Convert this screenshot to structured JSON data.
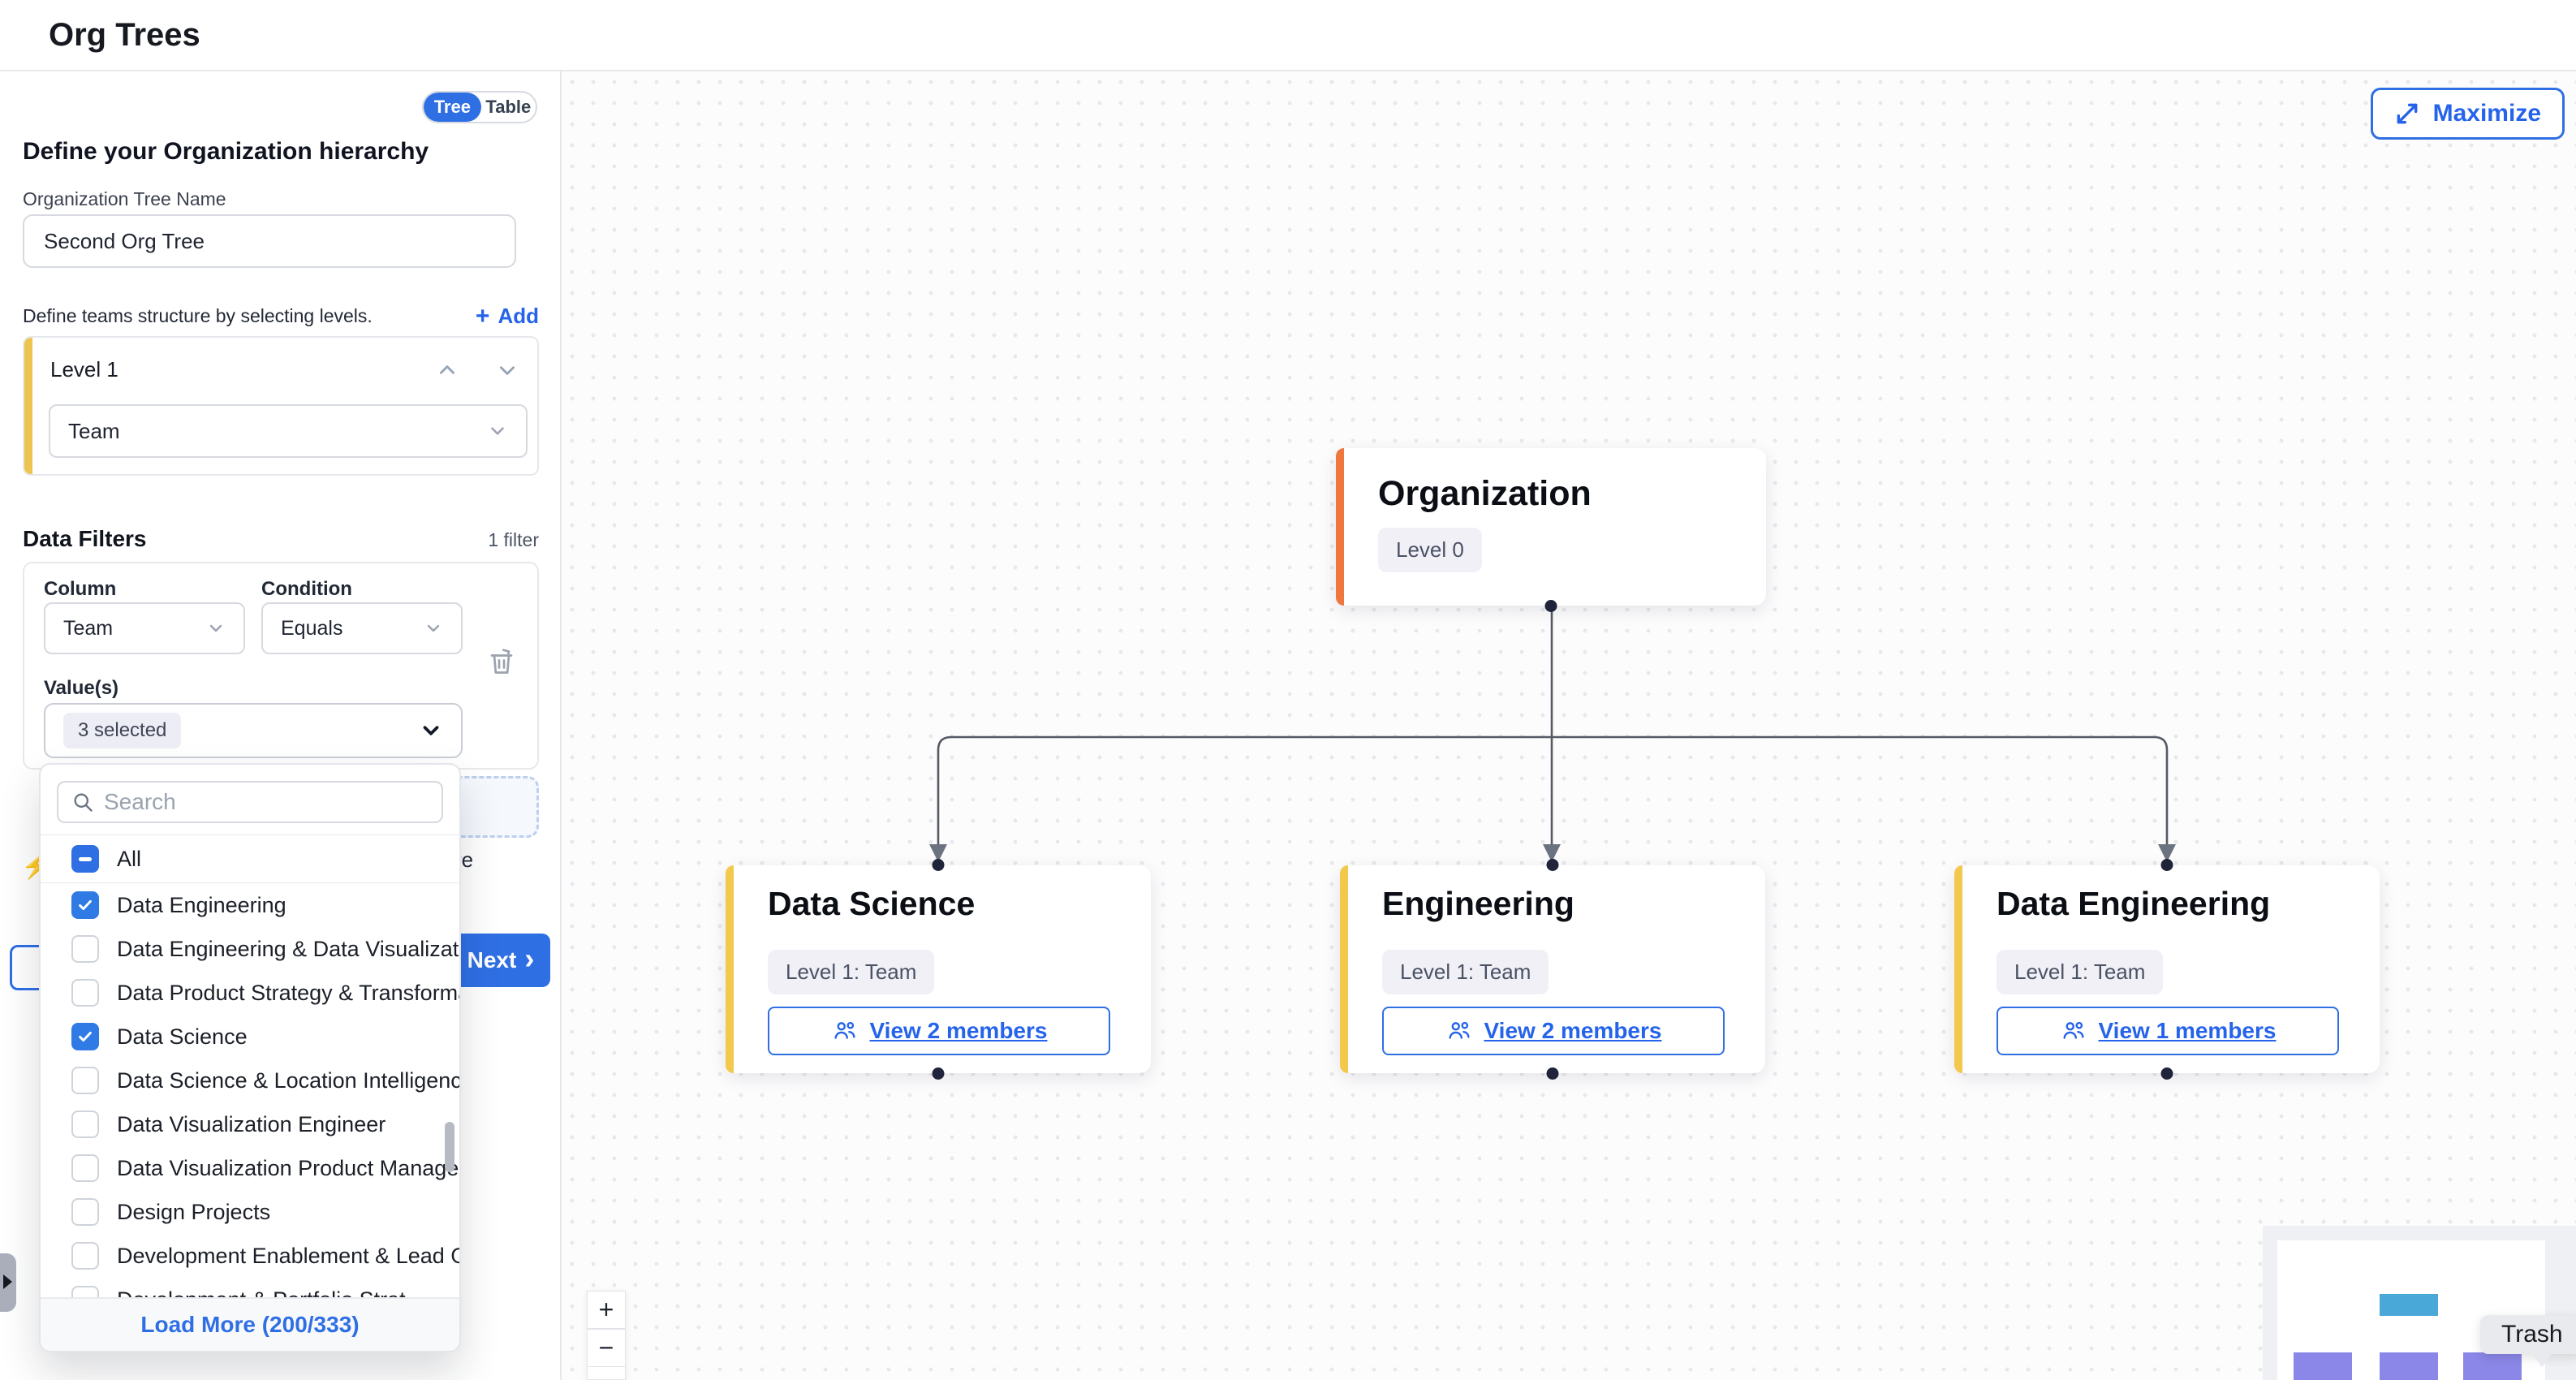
{
  "header": {
    "title": "Org Trees"
  },
  "panel": {
    "view_toggle": {
      "tree": "Tree",
      "table": "Table"
    },
    "heading": "Define your Organization hierarchy",
    "tree_name": {
      "label": "Organization Tree Name",
      "value": "Second Org Tree"
    },
    "levels": {
      "hint": "Define teams structure by selecting levels.",
      "add_label": "Add",
      "items": [
        {
          "title": "Level 1",
          "value": "Team"
        }
      ]
    },
    "filters": {
      "heading": "Data Filters",
      "count_label": "1 filter",
      "column": {
        "label": "Column",
        "value": "Team"
      },
      "condition": {
        "label": "Condition",
        "value": "Equals"
      },
      "values": {
        "label": "Value(s)",
        "selected_label": "3 selected"
      }
    },
    "hint_fragment": "re",
    "next_label": "Next"
  },
  "dropdown": {
    "search_placeholder": "Search",
    "select_all": {
      "label": "All",
      "state": "indeterminate"
    },
    "options": [
      {
        "label": "Data Engineering",
        "checked": true
      },
      {
        "label": "Data Engineering & Data Visualization",
        "checked": false
      },
      {
        "label": "Data Product Strategy & Transformat...",
        "checked": false
      },
      {
        "label": "Data Science",
        "checked": true
      },
      {
        "label": "Data Science & Location Intelligence",
        "checked": false
      },
      {
        "label": "Data Visualization Engineer",
        "checked": false
      },
      {
        "label": "Data Visualization Product Managem...",
        "checked": false
      },
      {
        "label": "Design Projects",
        "checked": false
      },
      {
        "label": "Development Enablement & Lead Ge...",
        "checked": false
      },
      {
        "label": "Development & Portfolio Strat...",
        "checked": false
      }
    ],
    "load_more_label": "Load More (200/333)"
  },
  "canvas": {
    "maximize_label": "Maximize",
    "root": {
      "title": "Organization",
      "badge": "Level 0"
    },
    "children": [
      {
        "title": "Data Science",
        "badge": "Level 1: Team",
        "members_label": "View 2 members"
      },
      {
        "title": "Engineering",
        "badge": "Level 1: Team",
        "members_label": "View 2 members"
      },
      {
        "title": "Data Engineering",
        "badge": "Level 1: Team",
        "members_label": "View 1 members"
      }
    ],
    "controls": {
      "zoom_in": "+",
      "zoom_out": "−"
    },
    "tooltip": "Trash"
  },
  "icons": {
    "plus": "+",
    "next_chevron": "›",
    "lightning": "⚡"
  },
  "colors": {
    "primary_blue": "#2f6fe4",
    "accent_yellow": "#f2c94c",
    "accent_orange": "#f0763f",
    "minimap_root": "#4aa8d8",
    "minimap_child": "#8b87e8"
  }
}
